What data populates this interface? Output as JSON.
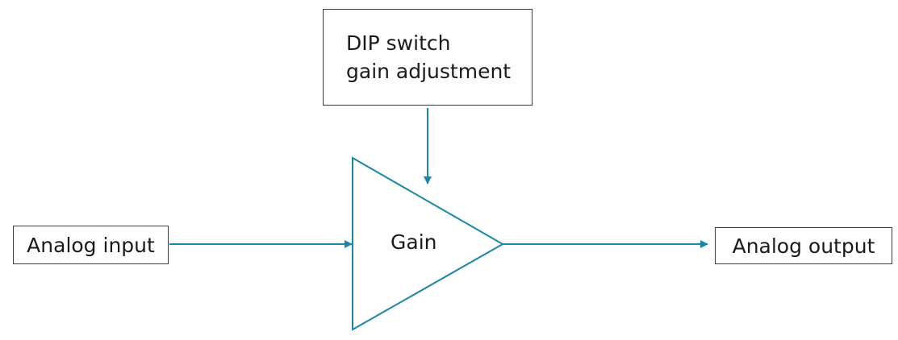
{
  "diagram": {
    "input_label": "Analog input",
    "output_label": "Analog output",
    "control_line1": "DIP switch",
    "control_line2": "gain adjustment",
    "amplifier_label": "Gain"
  },
  "colors": {
    "line": "#1a86a8",
    "box_border": "#3a3a3a",
    "text": "#1a1a1a"
  }
}
